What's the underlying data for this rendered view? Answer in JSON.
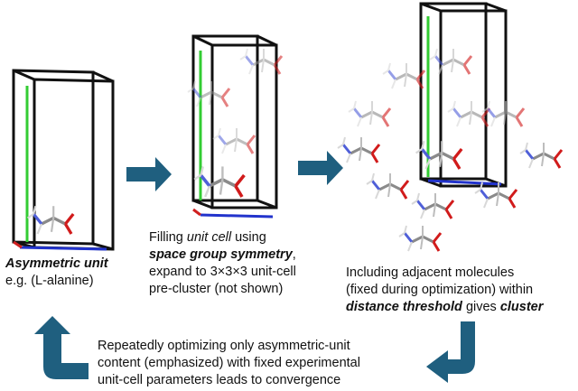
{
  "colors": {
    "arrow": "#1f5f7f",
    "cell_edge": "#111111",
    "axis_a": "#2233cc",
    "axis_b": "#33cc33",
    "axis_c": "#d02020",
    "carbon": "#8a8a8a",
    "hydrogen": "#d8d8d8",
    "oxygen": "#d11b1b",
    "nitrogen": "#4f5fd8"
  },
  "captions": {
    "step1": {
      "line1": "Asymmetric unit",
      "line2": "e.g. (L-alanine)"
    },
    "step2": {
      "line1_a": "Filling ",
      "line1_b": "unit cell",
      "line1_c": " using",
      "line2_a": "space group symmetry",
      "line2_b": ",",
      "line3": "expand to 3×3×3 unit-cell",
      "line4": "pre-cluster (not shown)"
    },
    "step3": {
      "line1": "Including adjacent molecules",
      "line2": "(fixed during optimization) within",
      "line3_a": "distance threshold",
      "line3_b": " gives ",
      "line3_c": "cluster"
    },
    "loop": {
      "line1": "Repeatedly optimizing only asymmetric-unit",
      "line2": "content (emphasized) with fixed experimental",
      "line3": "unit-cell parameters leads to convergence"
    }
  }
}
